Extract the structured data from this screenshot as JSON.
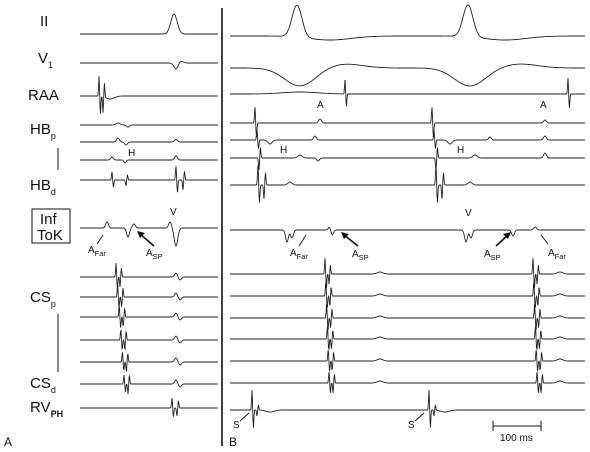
{
  "panels": {
    "a_label": "A",
    "b_label": "B"
  },
  "channels": {
    "ii": "II",
    "v1_main": "V",
    "v1_sub": "1",
    "raa": "RAA",
    "hbp_main": "HB",
    "hbp_sub": "p",
    "hbd_main": "HB",
    "hbd_sub": "d",
    "inf_line1": "Inf",
    "inf_line2": "ToK",
    "csp_main": "CS",
    "csp_sub": "p",
    "csd_main": "CS",
    "csd_sub": "d",
    "rv_main": "RV",
    "rv_sub": "PH"
  },
  "annotations": {
    "h": "H",
    "v": "V",
    "a": "A",
    "a_main": "A",
    "far_sub": "Far",
    "sp_sub": "SP",
    "s": "S"
  },
  "scale": {
    "label": "100 ms"
  }
}
